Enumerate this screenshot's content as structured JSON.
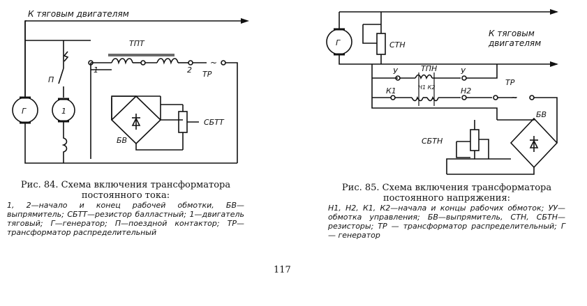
{
  "fig84": {
    "labels": {
      "to_motors": "К тяговым двигателям",
      "tpt": "ТПТ",
      "p": "П",
      "g": "Г",
      "one_circle": "1",
      "start": "1",
      "end": "2",
      "tilde": "~",
      "tr": "ТР",
      "sbtt": "СБТТ",
      "bv": "БВ"
    },
    "caption_title": "Рис. 84. Схема включения трансформатора постоянного тока:",
    "caption_legend": "1, 2—начало и конец рабочей обмотки, БВ—выпрямитель; СБТТ—резистор балластный; 1—двигатель тяговый; Г—генератор; П—поездной контактор; ТР—трансформатор распределительный"
  },
  "fig85": {
    "labels": {
      "g": "Г",
      "stn": "СТН",
      "to_motors_1": "К тяговым",
      "to_motors_2": "двигателям",
      "tpn": "ТПН",
      "u1": "У",
      "u2": "У",
      "k1": "К1",
      "k1k2": "Н1 К2",
      "n2": "Н2",
      "tr": "ТР",
      "tilde": "~",
      "bv": "БВ",
      "sbtn": "СБТН"
    },
    "caption_title": "Рис. 85. Схема включения трансформатора постоянного напряжения:",
    "caption_legend": "Н1, Н2, К1, К2—начала и концы рабочих обмоток; УУ—обмотка управления; БВ—выпрямитель, СТН, СБТН—резисторы; ТР — трансформатор распределительный; Г — генератор"
  },
  "page_number": "117"
}
